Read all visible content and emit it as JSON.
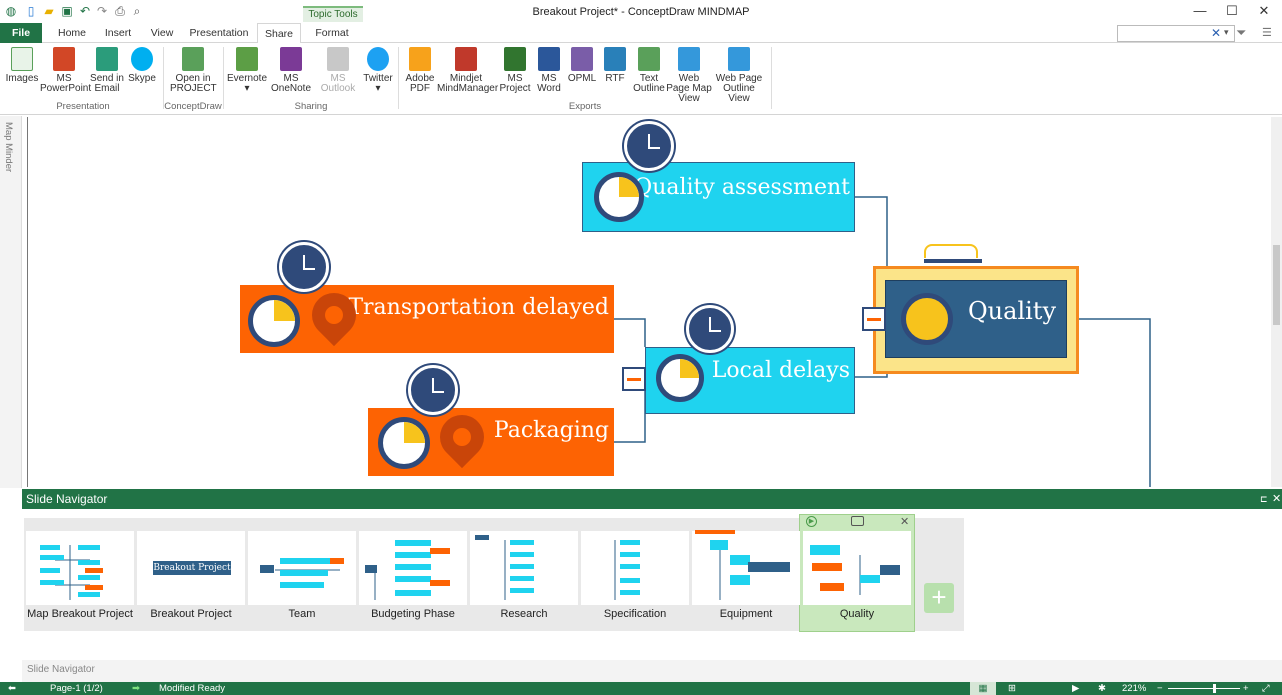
{
  "window": {
    "title": "Breakout Project* - ConceptDraw MINDMAP"
  },
  "tabs": {
    "file": "File",
    "home": "Home",
    "insert": "Insert",
    "view": "View",
    "presentation": "Presentation",
    "share": "Share",
    "format": "Format",
    "topic_tools": "Topic Tools"
  },
  "ribbon": {
    "presentation_group": {
      "label": "Presentation",
      "images": "Images",
      "ms_powerpoint": "MS PowerPoint",
      "send_email": "Send in Email",
      "skype": "Skype"
    },
    "conceptdraw_group": {
      "label": "ConceptDraw",
      "open_project": "Open in PROJECT"
    },
    "sharing_group": {
      "label": "Sharing",
      "evernote": "Evernote",
      "ms_onenote": "MS OneNote",
      "ms_outlook": "MS Outlook",
      "twitter": "Twitter"
    },
    "exports_group": {
      "label": "Exports",
      "adobe_pdf": "Adobe PDF",
      "mindjet": "Mindjet MindManager",
      "ms_project": "MS Project",
      "ms_word": "MS Word",
      "opml": "OPML",
      "rtf": "RTF",
      "text_outline": "Text Outline",
      "web_map": "Web Page Map View",
      "web_outline": "Web Page Outline View"
    }
  },
  "side_panel": {
    "label": "Map Minder"
  },
  "map": {
    "topics": {
      "quality_assessment": "Quality assessment",
      "quality": "Quality",
      "local_delays": "Local delays",
      "transportation_delayed": "Transportation delayed",
      "packaging": "Packaging"
    },
    "colors": {
      "cyan": "#1fd3ef",
      "orange": "#fd6303",
      "navy": "#2f6089",
      "yellow": "#f7c31c",
      "frame_orange": "#f58a1f",
      "frame_fill": "#fbe489"
    }
  },
  "slide_navigator": {
    "title": "Slide Navigator",
    "footer": "Slide Navigator",
    "slides": [
      "Map Breakout Project",
      "Breakout Project",
      "Team",
      "Budgeting Phase",
      "Research",
      "Specification",
      "Equipment",
      "Quality"
    ],
    "slide2_title": "Breakout Project"
  },
  "status": {
    "page": "Page-1 (1/2)",
    "state": "Modified  Ready",
    "zoom": "221%"
  }
}
